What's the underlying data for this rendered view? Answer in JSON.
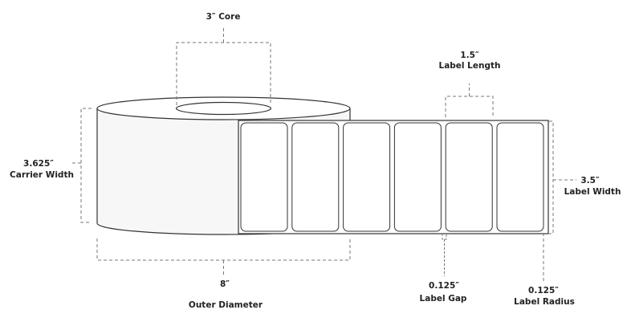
{
  "title": "Label roll dimensions",
  "dimensions": {
    "core": {
      "value": "3″ Core"
    },
    "label_length": {
      "value": "1.5″",
      "name": "Label Length"
    },
    "carrier_width": {
      "value": "3.625″",
      "name": "Carrier Width"
    },
    "label_width": {
      "value": "3.5″",
      "name": "Label Width"
    },
    "outer_diameter": {
      "value": "8″",
      "name": "Outer Diameter"
    },
    "label_gap": {
      "value": "0.125″",
      "name": "Label Gap"
    },
    "label_radius": {
      "value": "0.125″",
      "name": "Label Radius"
    }
  },
  "labels_shown": 6,
  "colors": {
    "roll_fill": "#f7f7f7",
    "outline": "#333333",
    "dimension_line": "#777777"
  }
}
